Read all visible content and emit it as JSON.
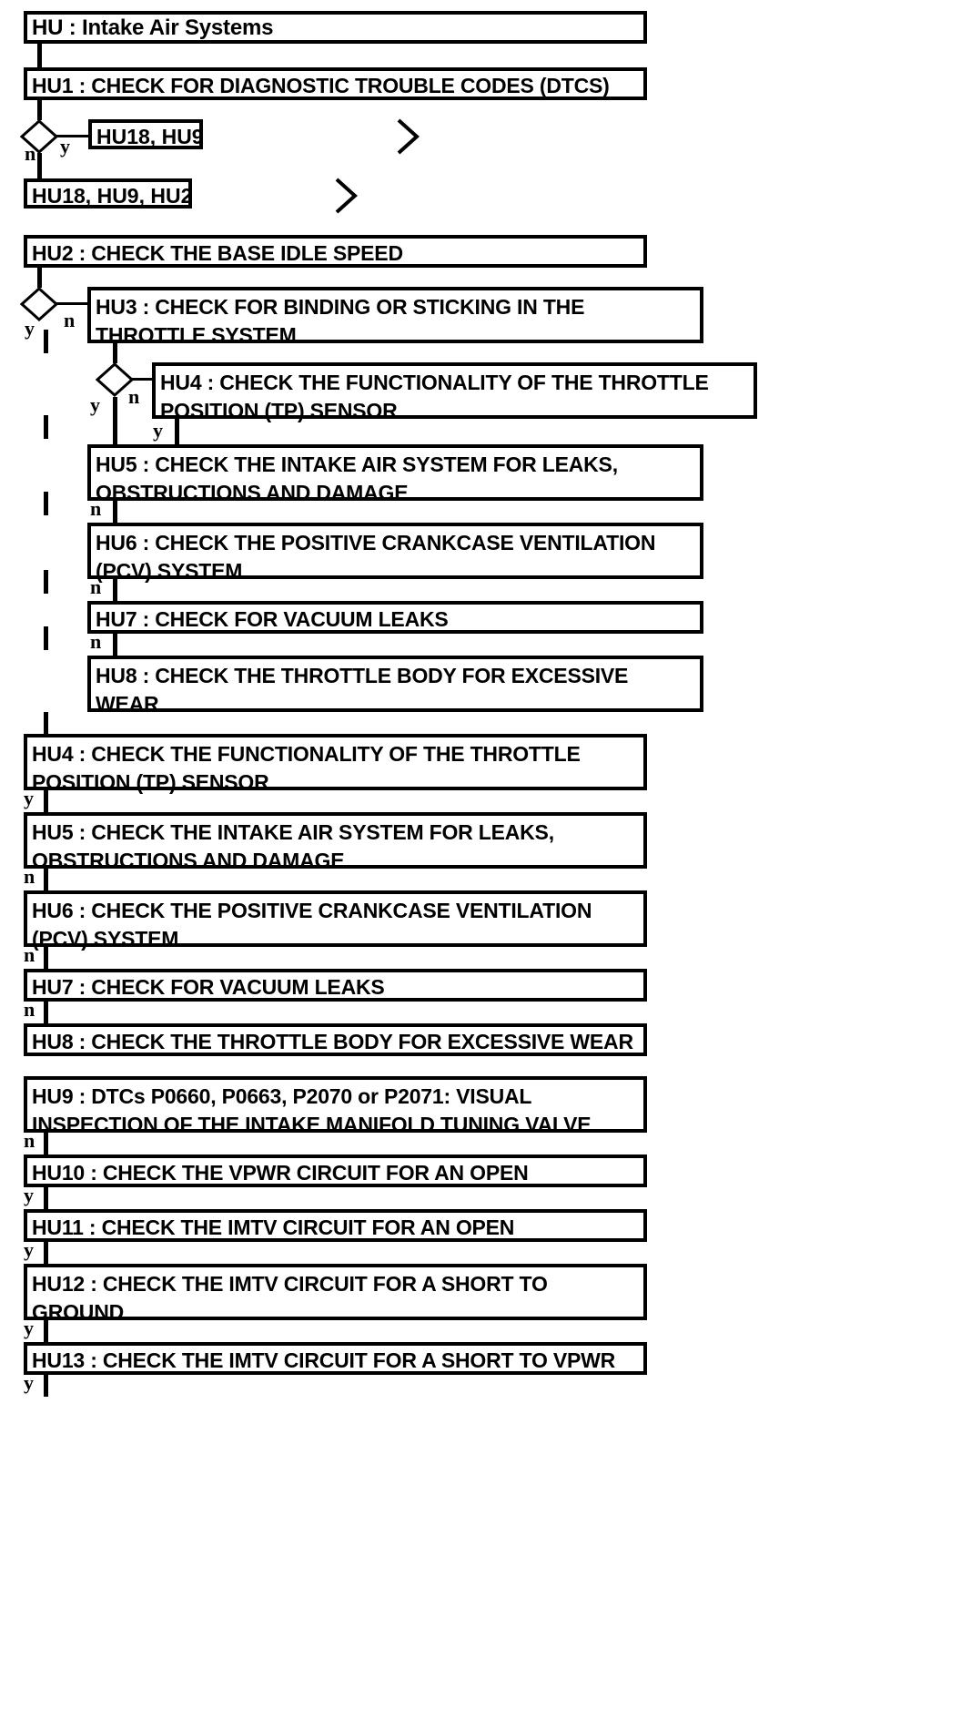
{
  "diagram": {
    "title": "HU : Intake Air Systems",
    "type": "flowchart",
    "notation": {
      "yes_label": "y",
      "no_label": "n",
      "decision_shape": "diamond",
      "goto_marker": "chevron-right"
    },
    "nodes": [
      {
        "id": "HU",
        "label": "HU : Intake Air Systems"
      },
      {
        "id": "HU1",
        "label": "HU1 : CHECK FOR DIAGNOSTIC TROUBLE CODES (DTCS)"
      },
      {
        "id": "REF1",
        "label": "HU18, HU9"
      },
      {
        "id": "REF2",
        "label": "HU18, HU9, HU2"
      },
      {
        "id": "HU2",
        "label": "HU2 : CHECK THE BASE IDLE SPEED"
      },
      {
        "id": "HU3",
        "label": "HU3 : CHECK FOR BINDING OR STICKING IN THE\nTHROTTLE SYSTEM"
      },
      {
        "id": "HU4a",
        "label": "HU4 : CHECK THE FUNCTIONALITY OF THE THROTTLE\nPOSITION (TP) SENSOR"
      },
      {
        "id": "HU5a",
        "label": "HU5 : CHECK THE INTAKE AIR SYSTEM FOR LEAKS,\nOBSTRUCTIONS AND DAMAGE"
      },
      {
        "id": "HU6a",
        "label": "HU6 : CHECK THE POSITIVE CRANKCASE VENTILATION\n(PCV) SYSTEM"
      },
      {
        "id": "HU7a",
        "label": "HU7 : CHECK FOR VACUUM LEAKS"
      },
      {
        "id": "HU8a",
        "label": "HU8 : CHECK THE THROTTLE BODY FOR EXCESSIVE\nWEAR"
      },
      {
        "id": "HU4b",
        "label": "HU4 : CHECK THE FUNCTIONALITY OF THE THROTTLE\nPOSITION (TP) SENSOR"
      },
      {
        "id": "HU5b",
        "label": "HU5 : CHECK THE INTAKE AIR SYSTEM FOR LEAKS,\nOBSTRUCTIONS AND DAMAGE"
      },
      {
        "id": "HU6b",
        "label": "HU6 : CHECK THE POSITIVE CRANKCASE VENTILATION\n(PCV) SYSTEM"
      },
      {
        "id": "HU7b",
        "label": "HU7 : CHECK FOR VACUUM LEAKS"
      },
      {
        "id": "HU8b",
        "label": "HU8 : CHECK THE THROTTLE BODY FOR EXCESSIVE WEAR"
      },
      {
        "id": "HU9",
        "label": "HU9 : DTCs P0660, P0663, P2070 or P2071: VISUAL\nINSPECTION OF THE INTAKE MANIFOLD TUNING VALVE"
      },
      {
        "id": "HU10",
        "label": "HU10 : CHECK THE VPWR CIRCUIT FOR AN OPEN"
      },
      {
        "id": "HU11",
        "label": "HU11 : CHECK THE IMTV CIRCUIT FOR AN OPEN"
      },
      {
        "id": "HU12",
        "label": "HU12 : CHECK THE IMTV CIRCUIT FOR A SHORT TO\nGROUND"
      },
      {
        "id": "HU13",
        "label": "HU13 : CHECK THE IMTV CIRCUIT FOR A SHORT TO VPWR"
      }
    ],
    "branch_labels": {
      "d1_n": "n",
      "d1_y": "y",
      "d2_y": "y",
      "d2_n": "n",
      "d3_y": "y",
      "d3_n": "n",
      "hu4a_y": "y",
      "hu5a_n": "n",
      "hu6a_n": "n",
      "hu7a_n": "n",
      "hu4b_y": "y",
      "hu5b_n": "n",
      "hu6b_n": "n",
      "hu7b_n": "n",
      "hu9_n": "n",
      "hu10_y": "y",
      "hu11_y": "y",
      "hu12_y": "y",
      "hu13_y": "y"
    },
    "colors": {
      "stroke": "#000000",
      "fill": "#ffffff",
      "text": "#000000"
    }
  }
}
